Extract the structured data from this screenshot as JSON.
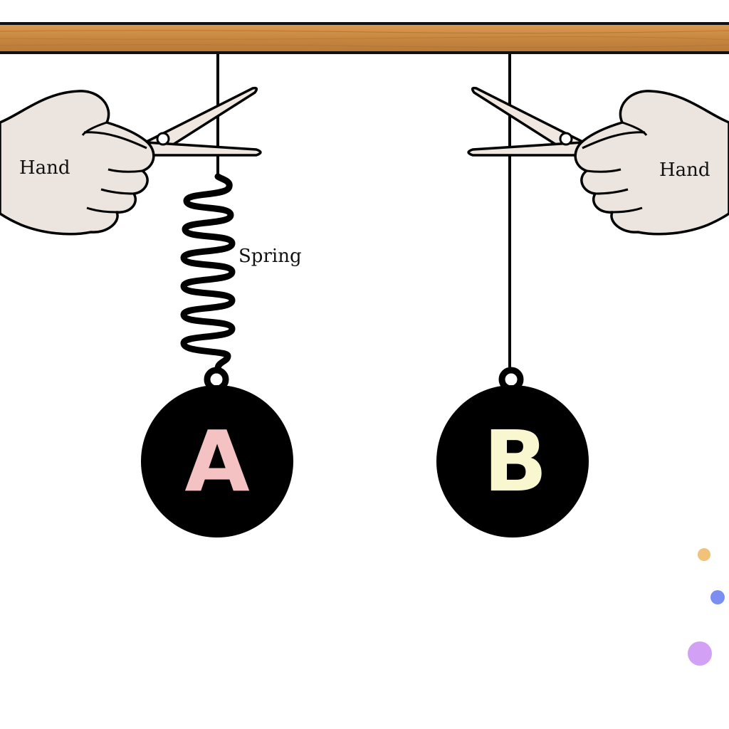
{
  "labels": {
    "hand_left": "Hand",
    "hand_right": "Hand",
    "spring": "Spring"
  },
  "balls": {
    "a": {
      "letter": "A",
      "letter_color": "#f4c2c2"
    },
    "b": {
      "letter": "B",
      "letter_color": "#f8f7cf"
    }
  },
  "colors": {
    "beam": "#c98a45",
    "beam_dark": "#8a5a2b",
    "hand_fill": "#ece5df",
    "ink": "#000000",
    "blade_fill": "#efe7e0",
    "dot_orange": "#f0c27a",
    "dot_blue": "#7b8ff0",
    "dot_violet": "#d2a1f5"
  }
}
